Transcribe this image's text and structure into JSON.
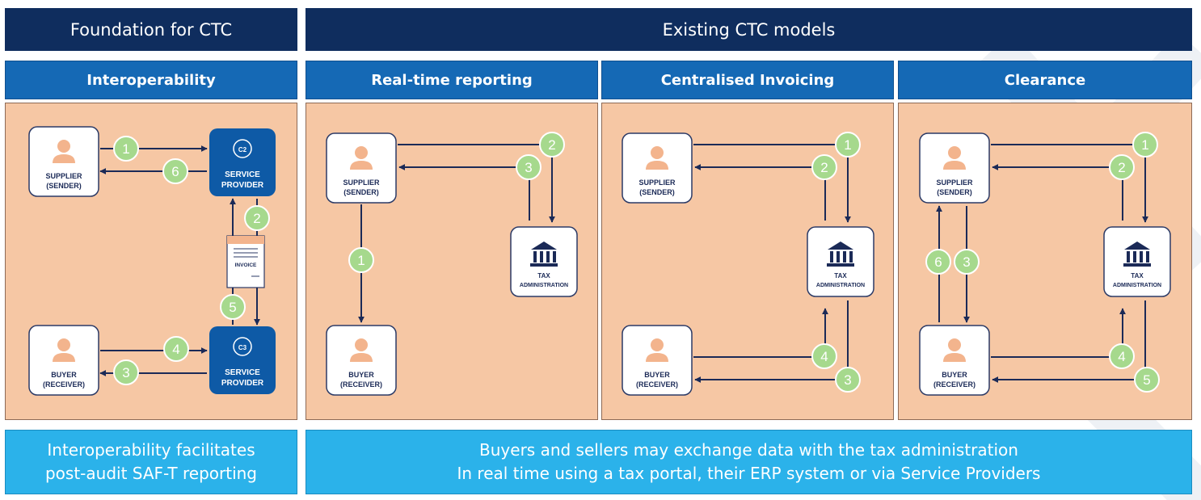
{
  "header": {
    "foundation": "Foundation for CTC",
    "existing": "Existing CTC models"
  },
  "columns": [
    {
      "id": "interop",
      "title": "Interoperability"
    },
    {
      "id": "rtr",
      "title": "Real-time reporting"
    },
    {
      "id": "ci",
      "title": "Centralised Invoicing"
    },
    {
      "id": "clear",
      "title": "Clearance"
    }
  ],
  "labels": {
    "supplier_1": "SUPPLIER",
    "supplier_2": "(SENDER)",
    "buyer_1": "BUYER",
    "buyer_2": "(RECEIVER)",
    "sp_1": "SERVICE",
    "sp_2": "PROVIDER",
    "c2": "C2",
    "c3": "C3",
    "invoice": "INVOICE",
    "tax_1": "TAX",
    "tax_2": "ADMINISTRATION"
  },
  "footer": {
    "left_line1": "Interoperability facilitates",
    "left_line2": "post-audit SAF-T reporting",
    "right_line1": "Buyers and sellers may exchange data with the tax administration",
    "right_line2": "In real time using a tax portal, their ERP system or via Service Providers"
  },
  "steps": {
    "interop": [
      "1",
      "6",
      "2",
      "5",
      "4",
      "3"
    ],
    "rtr": [
      "2",
      "3",
      "1"
    ],
    "ci": [
      "1",
      "2",
      "4",
      "3"
    ],
    "clear": [
      "1",
      "2",
      "6",
      "3",
      "4",
      "5"
    ]
  },
  "colors": {
    "dark_navy": "#0f2d5e",
    "section_blue": "#1569b5",
    "panel_peach": "#f6c7a4",
    "footer_cyan": "#2bb2ea",
    "step_green": "#a6d98d",
    "arrow_navy": "#1b2a57"
  }
}
